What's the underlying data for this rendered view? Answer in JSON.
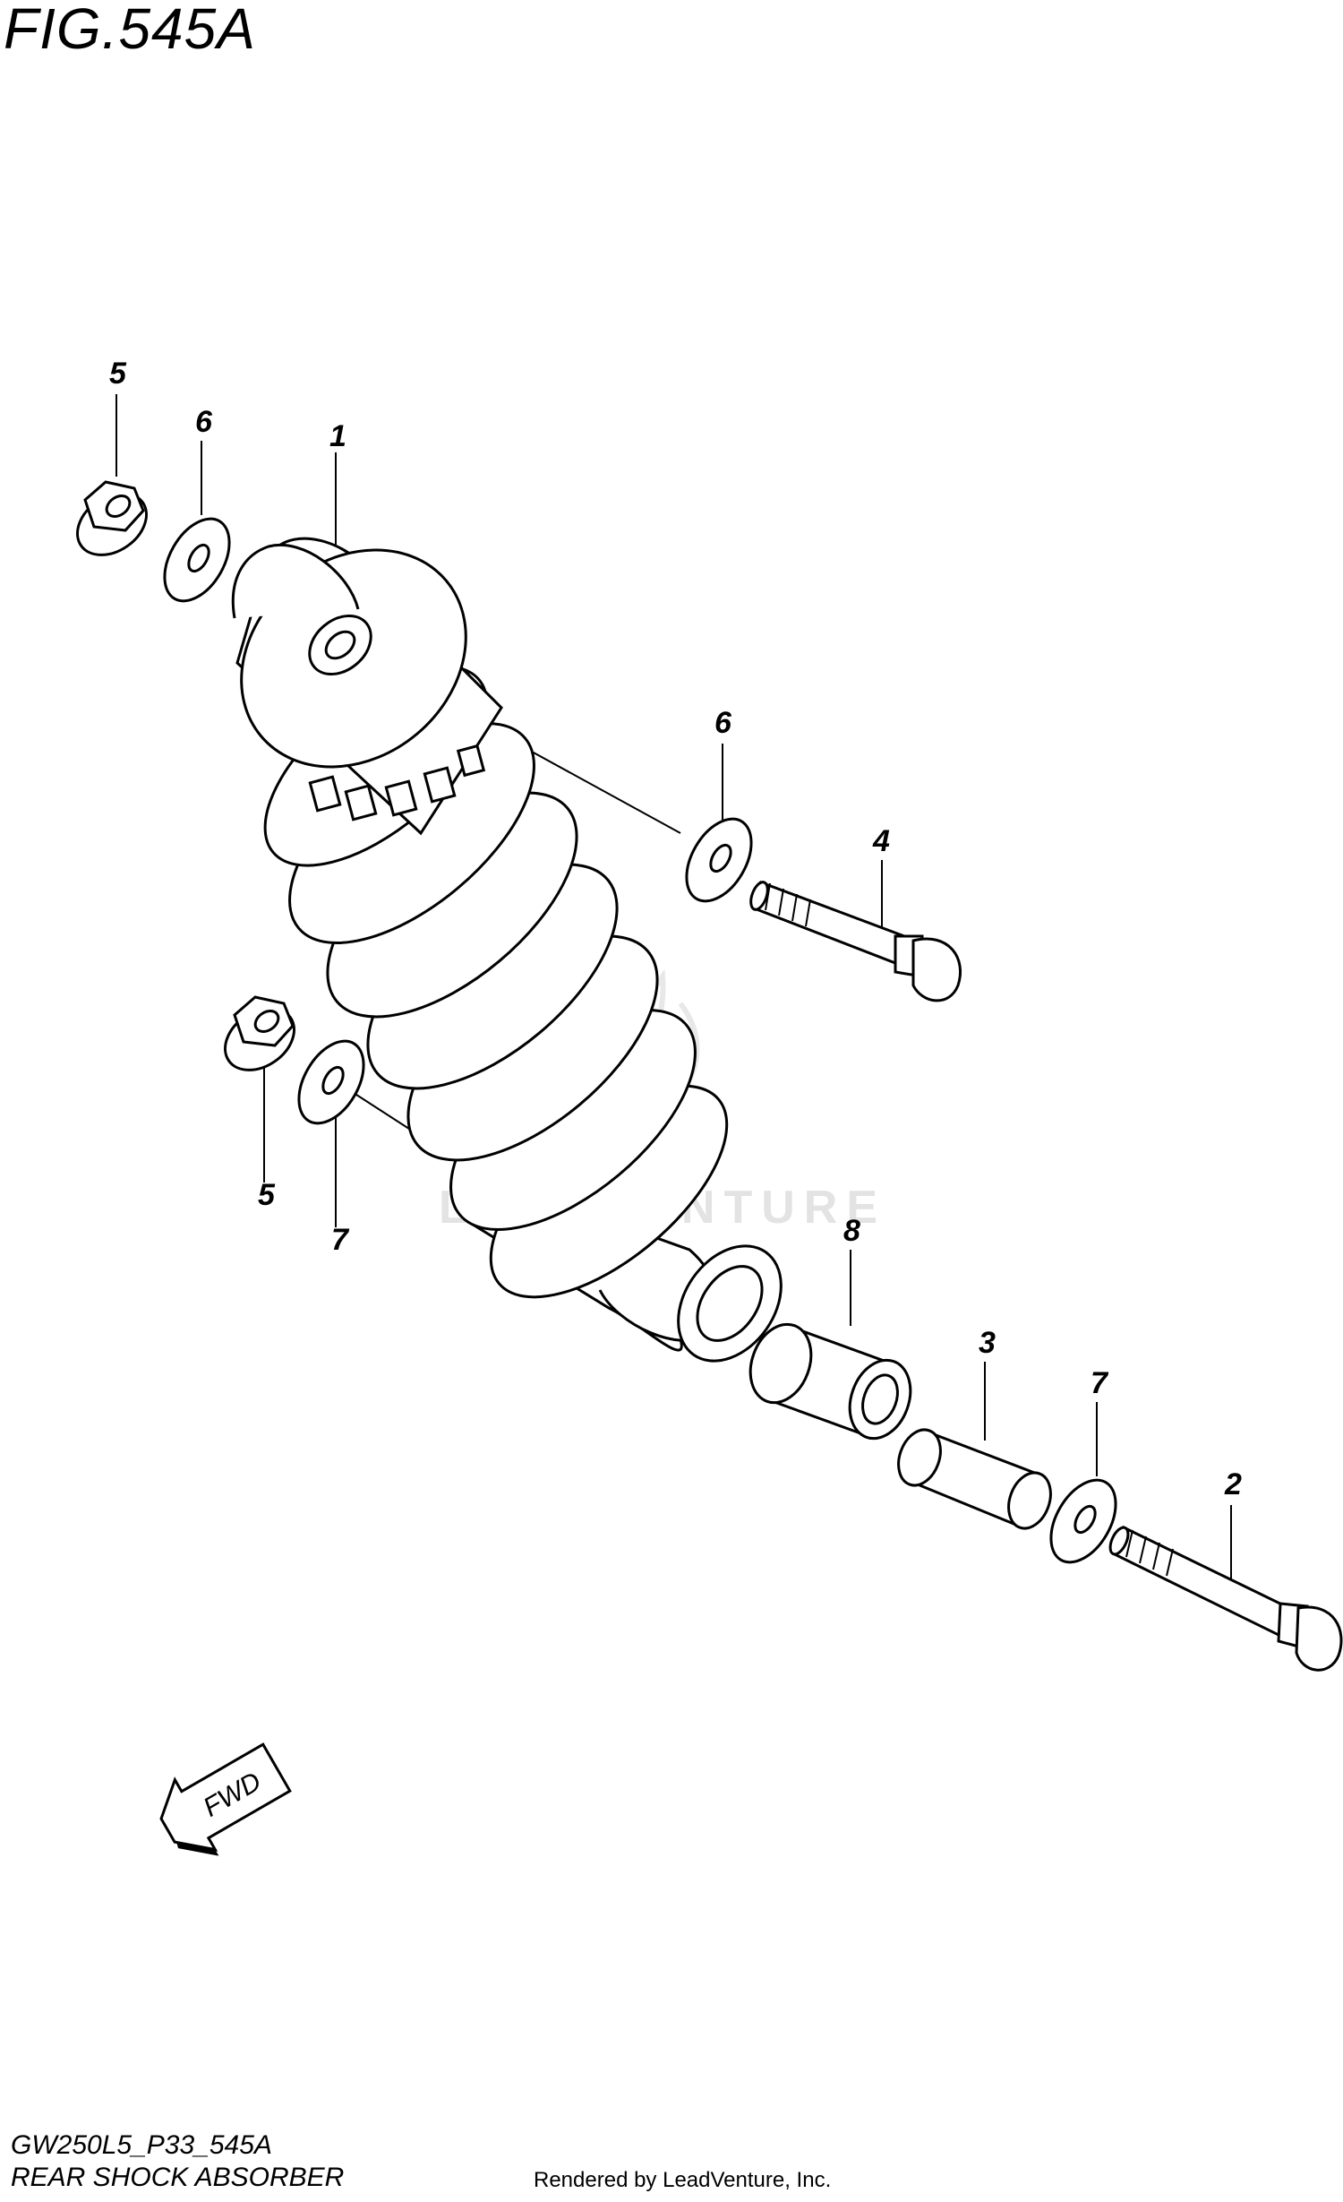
{
  "figure": {
    "title": "FIG.545A",
    "code": "GW250L5_P33_545A",
    "name": "REAR SHOCK ABSORBER",
    "credit": "Rendered by LeadVenture, Inc.",
    "watermark": "LEADVENTURE"
  },
  "fwd_label": "FWD",
  "callouts": {
    "nut_top": "5",
    "washer_top": "6",
    "absorber": "1",
    "washer_right": "6",
    "bolt_upper": "4",
    "nut_lower": "5",
    "washer_lower": "7",
    "bushing": "8",
    "spacer": "3",
    "washer_bottom": "7",
    "bolt_lower": "2"
  }
}
